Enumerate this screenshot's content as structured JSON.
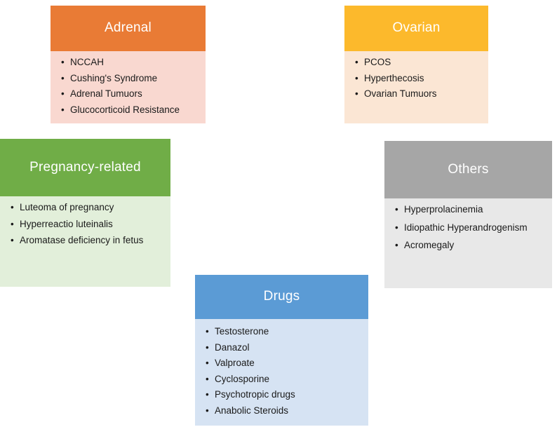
{
  "diagram": {
    "type": "category-boxes",
    "bullet_glyph": "•",
    "boxes": [
      {
        "id": "adrenal",
        "title": "Adrenal",
        "header_color": "#E97B35",
        "body_color": "#F9D8D0",
        "items": [
          "NCCAH",
          "Cushing's Syndrome",
          "Adrenal Tumuors",
          "Glucocorticoid Resistance"
        ]
      },
      {
        "id": "ovarian",
        "title": "Ovarian",
        "header_color": "#FCB92C",
        "body_color": "#FBE6D4",
        "items": [
          "PCOS",
          "Hyperthecosis",
          "Ovarian Tumuors"
        ]
      },
      {
        "id": "pregnancy",
        "title": "Pregnancy-related",
        "header_color": "#70AD47",
        "body_color": "#E2EFDA",
        "items": [
          "Luteoma of pregnancy",
          "Hyperreactio luteinalis",
          "Aromatase deficiency in fetus"
        ]
      },
      {
        "id": "others",
        "title": "Others",
        "header_color": "#A6A6A6",
        "body_color": "#E8E8E8",
        "items": [
          "Hyperprolacinemia",
          "Idiopathic Hyperandrogenism",
          "Acromegaly"
        ]
      },
      {
        "id": "drugs",
        "title": "Drugs",
        "header_color": "#5B9BD5",
        "body_color": "#D6E3F3",
        "items": [
          "Testosterone",
          "Danazol",
          "Valproate",
          "Cyclosporine",
          "Psychotropic drugs",
          "Anabolic Steroids"
        ]
      }
    ]
  }
}
